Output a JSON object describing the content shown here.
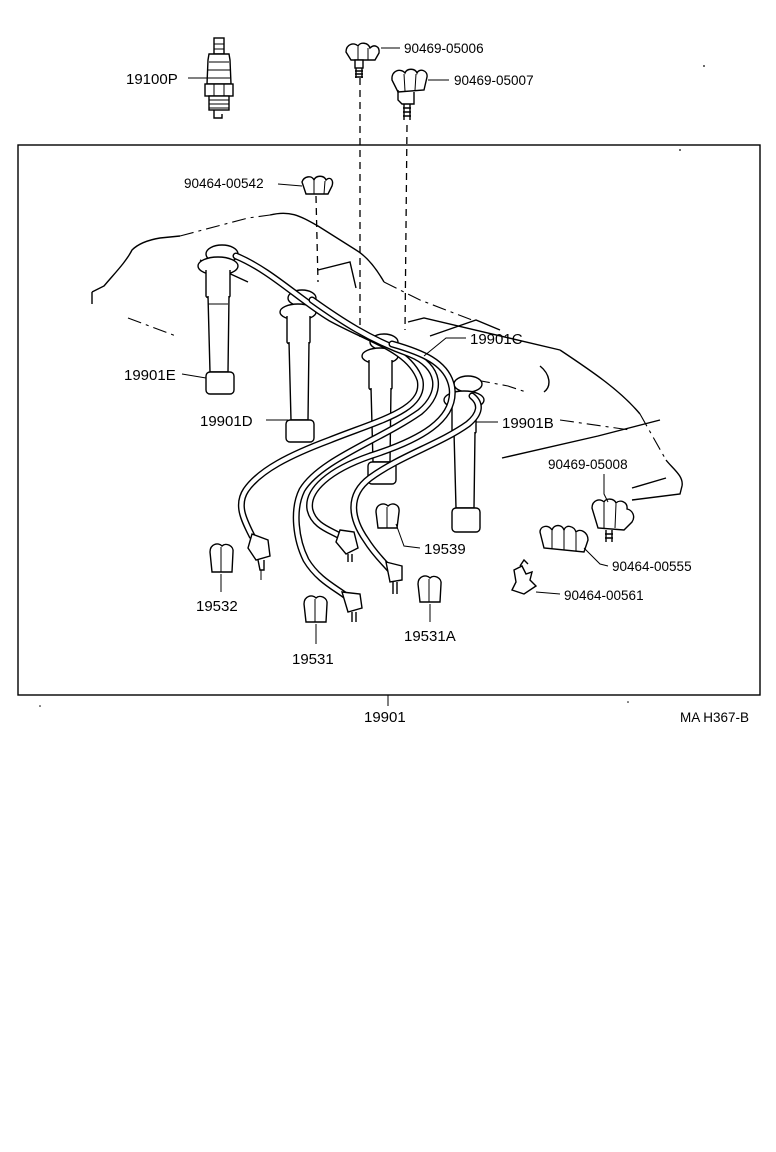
{
  "diagram": {
    "parts": {
      "spark_plug": "19100P",
      "clip_a": "90469-05006",
      "clip_b": "90469-05007",
      "clamp_top": "90464-00542",
      "cord_c": "19901C",
      "cord_e": "19901E",
      "cord_d": "19901D",
      "cord_b": "19901B",
      "clip_c": "90469-05008",
      "holder_539": "19539",
      "clamp_555": "90464-00555",
      "clamp_561": "90464-00561",
      "holder_532": "19532",
      "holder_531a": "19531A",
      "holder_531": "19531",
      "cord_set": "19901"
    },
    "figure_code": "MA H367-B"
  }
}
